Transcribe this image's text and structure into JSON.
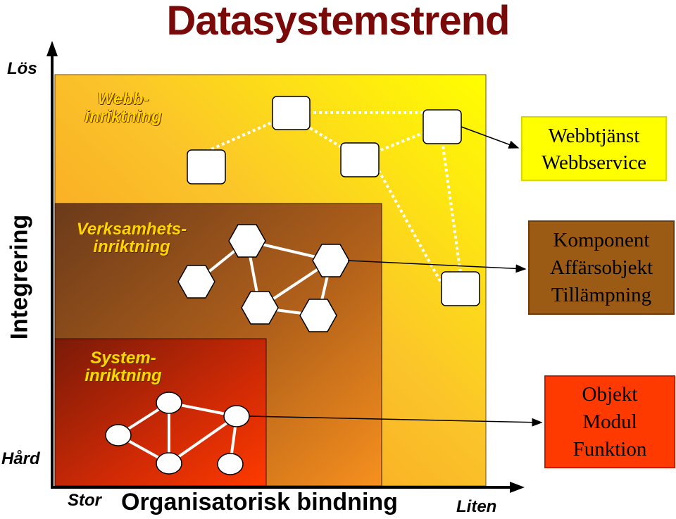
{
  "title": "Datasystemstrend",
  "y_axis": {
    "title": "Integrering",
    "top_label": "Lös",
    "bottom_label": "Hård"
  },
  "x_axis": {
    "title": "Organisatorisk bindning",
    "left_label": "Stor",
    "right_label": "Liten"
  },
  "zones": {
    "webb": {
      "line1": "Webb-",
      "line2": "inriktning"
    },
    "verksamhet": {
      "line1": "Verksamhets-",
      "line2": "inriktning"
    },
    "system": {
      "line1": "System-",
      "line2": "inriktning"
    }
  },
  "callouts": {
    "webb": {
      "line1": "Webbtjänst",
      "line2": "Webbservice"
    },
    "komponent": {
      "line1": "Komponent",
      "line2": "Affärsobjekt",
      "line3": "Tillämpning"
    },
    "objekt": {
      "line1": "Objekt",
      "line2": "Modul",
      "line3": "Funktion"
    }
  },
  "colors": {
    "title": "#7a0a0a",
    "zone_webb_from": "#ffff00",
    "zone_webb_to": "#f7901e",
    "zone_verksamhet_from": "#6b3a1a",
    "zone_verksamhet_to": "#f7901e",
    "zone_system_from": "#7a1a08",
    "zone_system_to": "#ff3a00",
    "label_text": "#ffd400"
  }
}
